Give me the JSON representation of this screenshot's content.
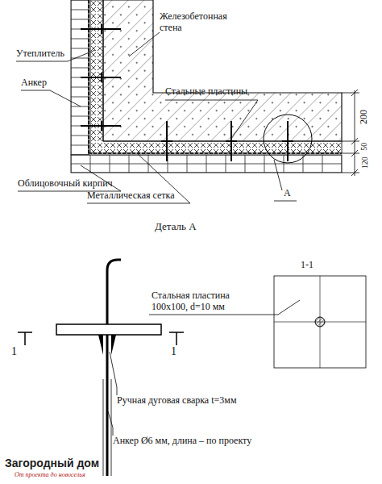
{
  "diagram": {
    "labels": [
      "Железобетонная стена",
      "Утеплитель",
      "Анкер",
      "Стальные пластины",
      "200",
      "50",
      "120",
      "Облицовочный кирпич",
      "Металлическая сетка",
      "А",
      "Деталь А",
      "1-1",
      "Стальная пластина 100х100, d=10 мм",
      "1",
      "1",
      "Ручная дуговая сварка t=3мм",
      "Анкер Ø6 мм, длина – по проекту",
      "Загородный дом",
      "От проекта до новоселья"
    ]
  }
}
